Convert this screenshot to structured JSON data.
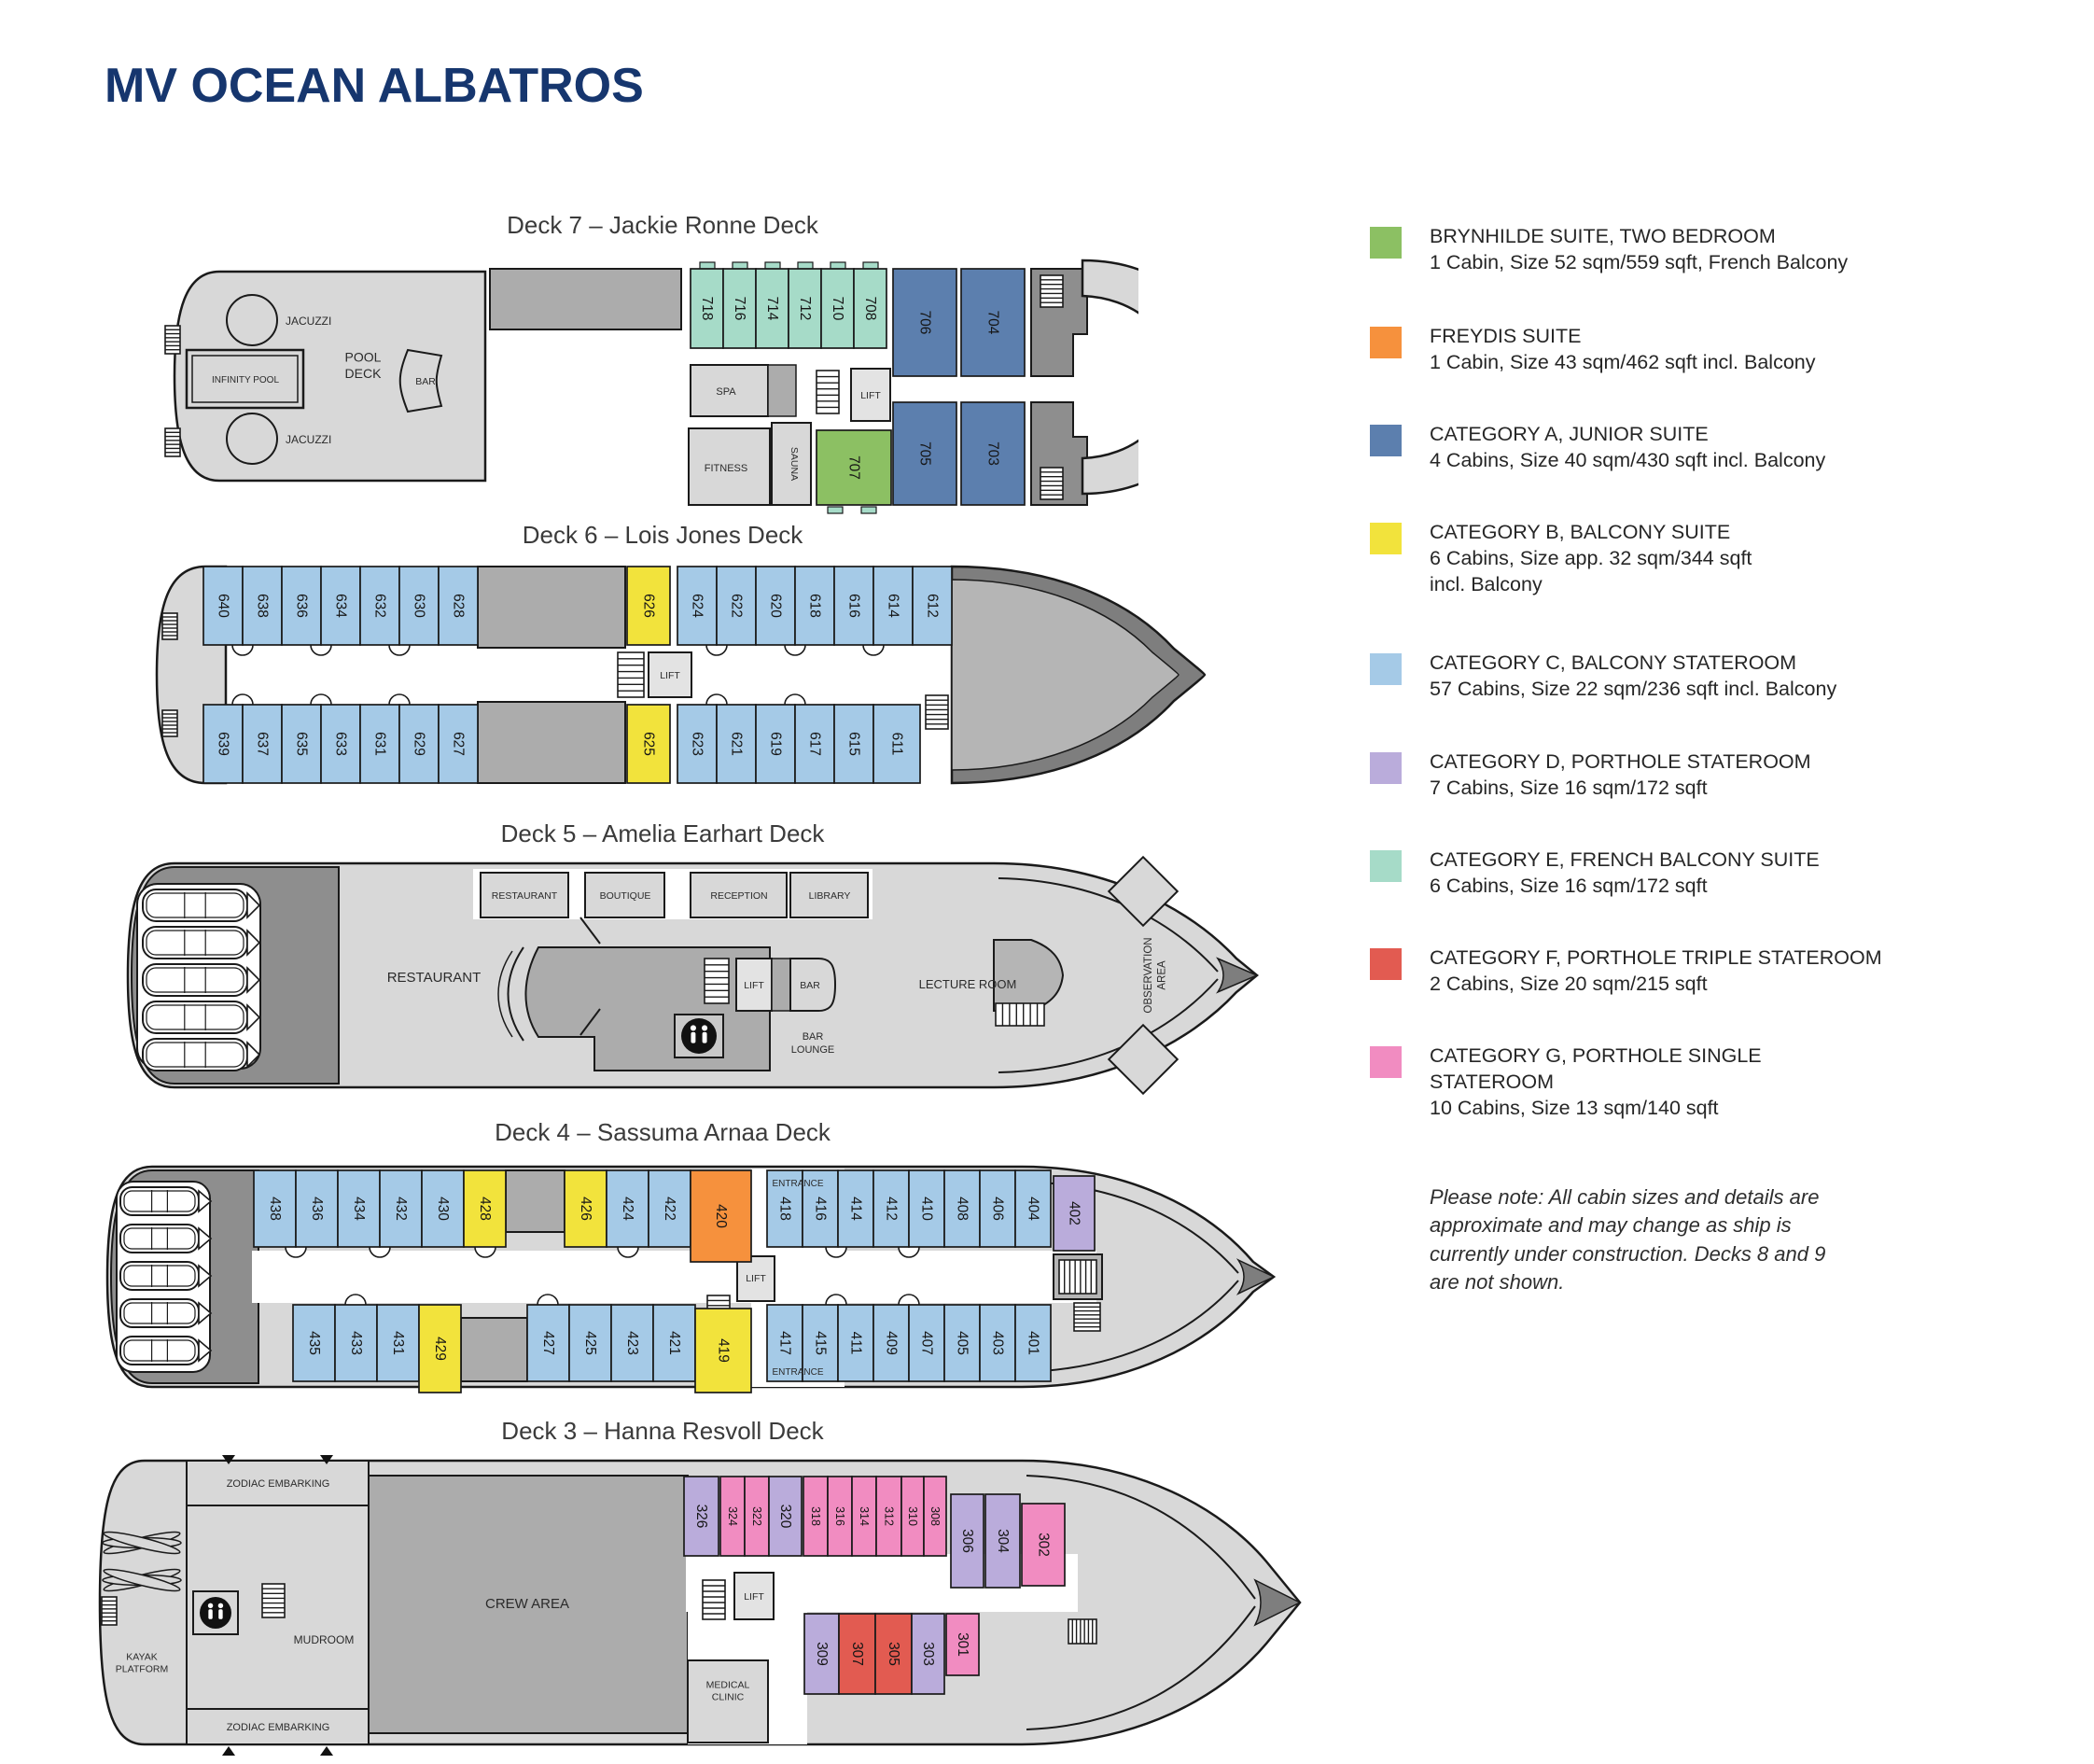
{
  "title": "MV OCEAN ALBATROS",
  "note": "Please note: All cabin sizes and details are\napproximate and may change as ship is\ncurrently under construction. Decks 8 and 9\nare not shown.",
  "legend": [
    {
      "key": "BRY",
      "color": "#8CC063",
      "title": "BRYNHILDE SUITE, TWO BEDROOM",
      "desc": "1 Cabin, Size 52 sqm/559 sqft, French Balcony"
    },
    {
      "key": "FRE",
      "color": "#F6913D",
      "title": "FREYDIS SUITE",
      "desc": "1 Cabin, Size 43 sqm/462 sqft incl. Balcony"
    },
    {
      "key": "A",
      "color": "#5C7FAE",
      "title": "CATEGORY A, JUNIOR SUITE",
      "desc": "4 Cabins, Size 40 sqm/430 sqft incl. Balcony"
    },
    {
      "key": "B",
      "color": "#F2E33C",
      "title": "CATEGORY B, BALCONY SUITE",
      "desc": "6 Cabins, Size app. 32 sqm/344 sqft\nincl. Balcony"
    },
    {
      "key": "C",
      "color": "#A5CAE7",
      "title": "CATEGORY C, BALCONY STATEROOM",
      "desc": "57 Cabins, Size 22 sqm/236 sqft incl. Balcony"
    },
    {
      "key": "D",
      "color": "#BAACDB",
      "title": "CATEGORY D, PORTHOLE STATEROOM",
      "desc": "7 Cabins, Size 16 sqm/172 sqft"
    },
    {
      "key": "E",
      "color": "#A6DBC8",
      "title": "CATEGORY E, FRENCH BALCONY SUITE",
      "desc": "6 Cabins, Size 16 sqm/172 sqft"
    },
    {
      "key": "F",
      "color": "#E25B51",
      "title": "CATEGORY F, PORTHOLE TRIPLE STATEROOM",
      "desc": "2 Cabins, Size 20 sqm/215 sqft"
    },
    {
      "key": "G",
      "color": "#F18CC1",
      "title": "CATEGORY G, PORTHOLE SINGLE\nSTATEROOM",
      "desc": "10 Cabins, Size 13 sqm/140 sqft"
    }
  ],
  "decks": {
    "deck7": {
      "name": "Deck 7 – Jackie Ronne Deck",
      "rows": [
        [
          {
            "n": "718",
            "c": "E"
          },
          {
            "n": "716",
            "c": "E"
          },
          {
            "n": "714",
            "c": "E"
          },
          {
            "n": "712",
            "c": "E"
          },
          {
            "n": "710",
            "c": "E"
          },
          {
            "n": "708",
            "c": "E"
          },
          {
            "n": "706",
            "c": "A"
          },
          {
            "n": "704",
            "c": "A"
          }
        ],
        [
          {
            "n": "707",
            "c": "BRY"
          },
          {
            "n": "705",
            "c": "A"
          },
          {
            "n": "703",
            "c": "A"
          }
        ]
      ],
      "labels": [
        {
          "id": "jacuzzi-top",
          "text": "JACUZZI"
        },
        {
          "id": "jacuzzi-bottom",
          "text": "JACUZZI"
        },
        {
          "id": "infinity-pool",
          "text": "INFINITY POOL"
        },
        {
          "id": "pool-deck",
          "text": "POOL\nDECK"
        },
        {
          "id": "bar",
          "text": "BAR"
        },
        {
          "id": "spa",
          "text": "SPA"
        },
        {
          "id": "fitness",
          "text": "FITNESS"
        },
        {
          "id": "sauna",
          "text": "SAUNA"
        },
        {
          "id": "lift",
          "text": "LIFT"
        }
      ]
    },
    "deck6": {
      "name": "Deck 6 – Lois Jones Deck",
      "rows": [
        [
          {
            "n": "640",
            "c": "C"
          },
          {
            "n": "638",
            "c": "C"
          },
          {
            "n": "636",
            "c": "C"
          },
          {
            "n": "634",
            "c": "C"
          },
          {
            "n": "632",
            "c": "C"
          },
          {
            "n": "630",
            "c": "C"
          },
          {
            "n": "628",
            "c": "C"
          },
          {
            "n": "626",
            "c": "B"
          },
          {
            "n": "624",
            "c": "C"
          },
          {
            "n": "622",
            "c": "C"
          },
          {
            "n": "620",
            "c": "C"
          },
          {
            "n": "618",
            "c": "C"
          },
          {
            "n": "616",
            "c": "C"
          },
          {
            "n": "614",
            "c": "C"
          },
          {
            "n": "612",
            "c": "C"
          }
        ],
        [
          {
            "n": "639",
            "c": "C"
          },
          {
            "n": "637",
            "c": "C"
          },
          {
            "n": "635",
            "c": "C"
          },
          {
            "n": "633",
            "c": "C"
          },
          {
            "n": "631",
            "c": "C"
          },
          {
            "n": "629",
            "c": "C"
          },
          {
            "n": "627",
            "c": "C"
          },
          {
            "n": "625",
            "c": "B"
          },
          {
            "n": "623",
            "c": "C"
          },
          {
            "n": "621",
            "c": "C"
          },
          {
            "n": "619",
            "c": "C"
          },
          {
            "n": "617",
            "c": "C"
          },
          {
            "n": "615",
            "c": "C"
          },
          {
            "n": "611",
            "c": "C"
          }
        ]
      ],
      "labels": [
        {
          "id": "lift",
          "text": "LIFT"
        }
      ]
    },
    "deck5": {
      "name": "Deck 5 – Amelia Earhart Deck",
      "rows": [],
      "labels": [
        {
          "id": "restaurant-main",
          "text": "RESTAURANT"
        },
        {
          "id": "restaurant",
          "text": "RESTAURANT"
        },
        {
          "id": "boutique",
          "text": "BOUTIQUE"
        },
        {
          "id": "reception",
          "text": "RECEPTION"
        },
        {
          "id": "library",
          "text": "LIBRARY"
        },
        {
          "id": "lift",
          "text": "LIFT"
        },
        {
          "id": "bar",
          "text": "BAR"
        },
        {
          "id": "bar-lounge",
          "text": "BAR\nLOUNGE"
        },
        {
          "id": "lecture-room",
          "text": "LECTURE ROOM"
        },
        {
          "id": "observation-area",
          "text": "OBSERVATION\nAREA"
        }
      ]
    },
    "deck4": {
      "name": "Deck 4 – Sassuma Arnaa Deck",
      "rows": [
        [
          {
            "n": "438",
            "c": "C"
          },
          {
            "n": "436",
            "c": "C"
          },
          {
            "n": "434",
            "c": "C"
          },
          {
            "n": "432",
            "c": "C"
          },
          {
            "n": "430",
            "c": "C"
          },
          {
            "n": "428",
            "c": "B"
          },
          {
            "n": "426",
            "c": "B"
          },
          {
            "n": "424",
            "c": "C"
          },
          {
            "n": "422",
            "c": "C"
          },
          {
            "n": "420",
            "c": "FRE"
          },
          {
            "n": "418",
            "c": "C"
          },
          {
            "n": "416",
            "c": "C"
          },
          {
            "n": "414",
            "c": "C"
          },
          {
            "n": "412",
            "c": "C"
          },
          {
            "n": "410",
            "c": "C"
          },
          {
            "n": "408",
            "c": "C"
          },
          {
            "n": "406",
            "c": "C"
          },
          {
            "n": "404",
            "c": "C"
          },
          {
            "n": "402",
            "c": "D"
          }
        ],
        [
          {
            "n": "435",
            "c": "C"
          },
          {
            "n": "433",
            "c": "C"
          },
          {
            "n": "431",
            "c": "C"
          },
          {
            "n": "429",
            "c": "B"
          },
          {
            "n": "427",
            "c": "C"
          },
          {
            "n": "425",
            "c": "C"
          },
          {
            "n": "423",
            "c": "C"
          },
          {
            "n": "421",
            "c": "C"
          },
          {
            "n": "419",
            "c": "B"
          },
          {
            "n": "417",
            "c": "C"
          },
          {
            "n": "415",
            "c": "C"
          },
          {
            "n": "411",
            "c": "C"
          },
          {
            "n": "409",
            "c": "C"
          },
          {
            "n": "407",
            "c": "C"
          },
          {
            "n": "405",
            "c": "C"
          },
          {
            "n": "403",
            "c": "C"
          },
          {
            "n": "401",
            "c": "C"
          }
        ]
      ],
      "labels": [
        {
          "id": "entrance-top",
          "text": "ENTRANCE"
        },
        {
          "id": "entrance-bottom",
          "text": "ENTRANCE"
        },
        {
          "id": "lift",
          "text": "LIFT"
        }
      ]
    },
    "deck3": {
      "name": "Deck 3 – Hanna Resvoll Deck",
      "rows": [
        [
          {
            "n": "326",
            "c": "D"
          },
          {
            "n": "324",
            "c": "G"
          },
          {
            "n": "322",
            "c": "G"
          },
          {
            "n": "320",
            "c": "D"
          },
          {
            "n": "318",
            "c": "G"
          },
          {
            "n": "316",
            "c": "G"
          },
          {
            "n": "314",
            "c": "G"
          },
          {
            "n": "312",
            "c": "G"
          },
          {
            "n": "310",
            "c": "G"
          },
          {
            "n": "308",
            "c": "G"
          },
          {
            "n": "306",
            "c": "D"
          },
          {
            "n": "304",
            "c": "D"
          },
          {
            "n": "302",
            "c": "G"
          }
        ],
        [
          {
            "n": "309",
            "c": "D"
          },
          {
            "n": "307",
            "c": "F"
          },
          {
            "n": "305",
            "c": "F"
          },
          {
            "n": "303",
            "c": "D"
          },
          {
            "n": "301",
            "c": "G"
          }
        ]
      ],
      "labels": [
        {
          "id": "zodiac-top",
          "text": "ZODIAC EMBARKING"
        },
        {
          "id": "zodiac-bottom",
          "text": "ZODIAC EMBARKING"
        },
        {
          "id": "kayak-platform",
          "text": "KAYAK\nPLATFORM"
        },
        {
          "id": "mudroom",
          "text": "MUDROOM"
        },
        {
          "id": "crew-area",
          "text": "CREW AREA"
        },
        {
          "id": "lift",
          "text": "LIFT"
        },
        {
          "id": "medical-clinic",
          "text": "MEDICAL\nCLINIC"
        }
      ]
    }
  }
}
